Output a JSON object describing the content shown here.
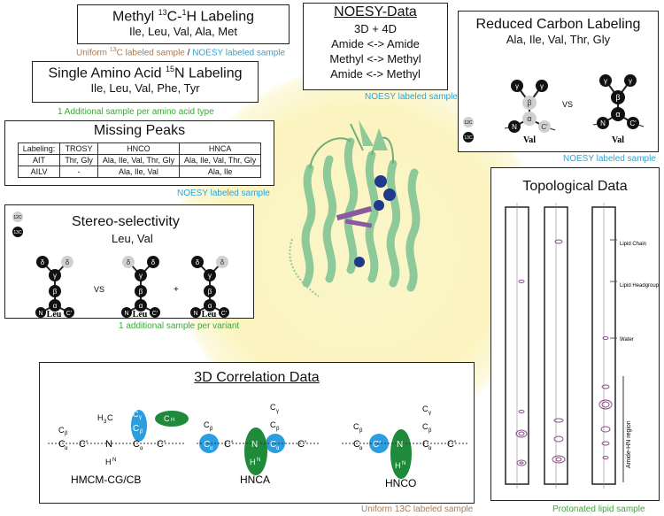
{
  "methyl": {
    "title_prefix": "Methyl ",
    "title_iso": "13",
    "title_mid": "C-",
    "title_iso2": "1",
    "title_suffix": "H Labeling",
    "residues": "Ile, Leu, Val, Ala, Met",
    "caption_a": "Uniform ",
    "caption_iso": "13",
    "caption_b": "C labeled sample",
    "caption_sep": " / ",
    "caption_c": "NOESY labeled sample"
  },
  "single": {
    "title_prefix": "Single Amino Acid ",
    "title_iso": "15",
    "title_suffix": "N Labeling",
    "residues": "Ile, Leu, Val, Phe, Tyr",
    "caption": "1 Additional sample per amino acid type"
  },
  "noesy": {
    "title": "NOESY-Data",
    "lines": [
      "3D + 4D",
      "Amide <-> Amide",
      "Methyl <-> Methyl",
      "Amide <-> Methyl"
    ],
    "caption": "NOESY labeled sample"
  },
  "reduced": {
    "title": "Reduced Carbon Labeling",
    "residues": "Ala, Ile, Val, Thr, Gly",
    "vs": "VS",
    "residue_label": "Val",
    "legend_12c": "12C",
    "legend_13c": "13C",
    "caption": "NOESY labeled sample"
  },
  "missing": {
    "title": "Missing Peaks",
    "headers": [
      "Labeling:",
      "TROSY",
      "HNCO",
      "HNCA"
    ],
    "rows": [
      [
        "AIT",
        "Thr, Gly",
        "Ala, Ile, Val, Thr, Gly",
        "Ala, Ile, Val, Thr, Gly"
      ],
      [
        "AILV",
        "-",
        "Ala, Ile, Val",
        "Ala, Ile"
      ]
    ],
    "caption": "NOESY labeled sample"
  },
  "stereo": {
    "title": "Stereo-selectivity",
    "residues": "Leu, Val",
    "legend_12c": "12C",
    "legend_13c": "13C",
    "vs": "VS",
    "plus": "+",
    "residue_label": "Leu",
    "caption": "1 additional sample per variant"
  },
  "topological": {
    "title": "Topological Data",
    "labels": [
      "Lipid Chain",
      "Lipid Headgroup",
      "Water",
      "Amide-HN region"
    ],
    "caption": "Protonated lipid sample"
  },
  "correlation": {
    "title": "3D Correlation Data",
    "experiments": [
      "HMCM-CG/CB",
      "HNCA",
      "HNCO"
    ],
    "caption": "Uniform 13C labeled sample"
  },
  "colors": {
    "cyan": "#2aa6d8",
    "green_ellipse": "#1f8a3a",
    "blue_circle": "#2a9ee0",
    "protein": "#8ec999",
    "peak": "#8a4c8c"
  }
}
